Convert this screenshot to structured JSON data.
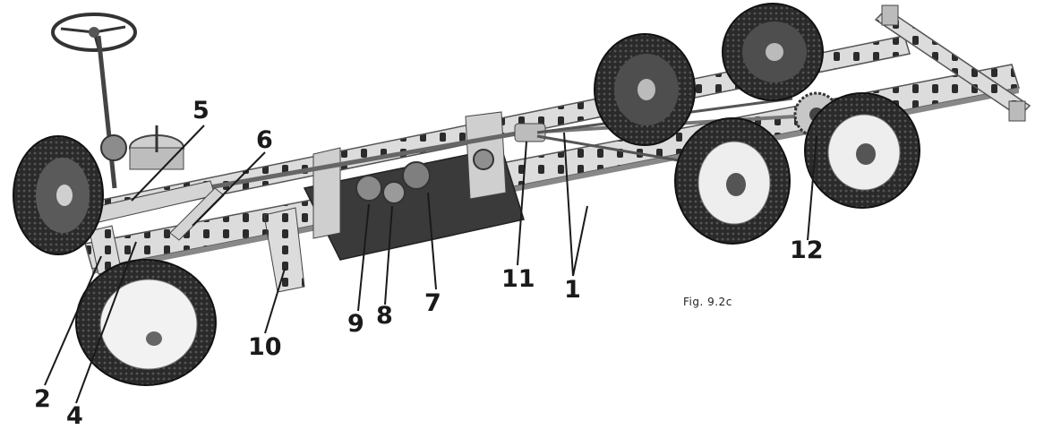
{
  "figure": {
    "caption": "Fig. 9.2c",
    "illustration": "chassis-drawing"
  },
  "callouts": [
    {
      "id": "c5",
      "text": "5"
    },
    {
      "id": "c6",
      "text": "6"
    },
    {
      "id": "c2",
      "text": "2"
    },
    {
      "id": "c4",
      "text": "4"
    },
    {
      "id": "c10",
      "text": "10"
    },
    {
      "id": "c9",
      "text": "9"
    },
    {
      "id": "c8",
      "text": "8"
    },
    {
      "id": "c7",
      "text": "7"
    },
    {
      "id": "c11",
      "text": "11"
    },
    {
      "id": "c1",
      "text": "1"
    },
    {
      "id": "c12",
      "text": "12"
    }
  ],
  "colors": {
    "ink": "#1a1a1a",
    "tyre": "#262626",
    "metal": "#d9d9d9",
    "hub": "#f2f2f2"
  }
}
